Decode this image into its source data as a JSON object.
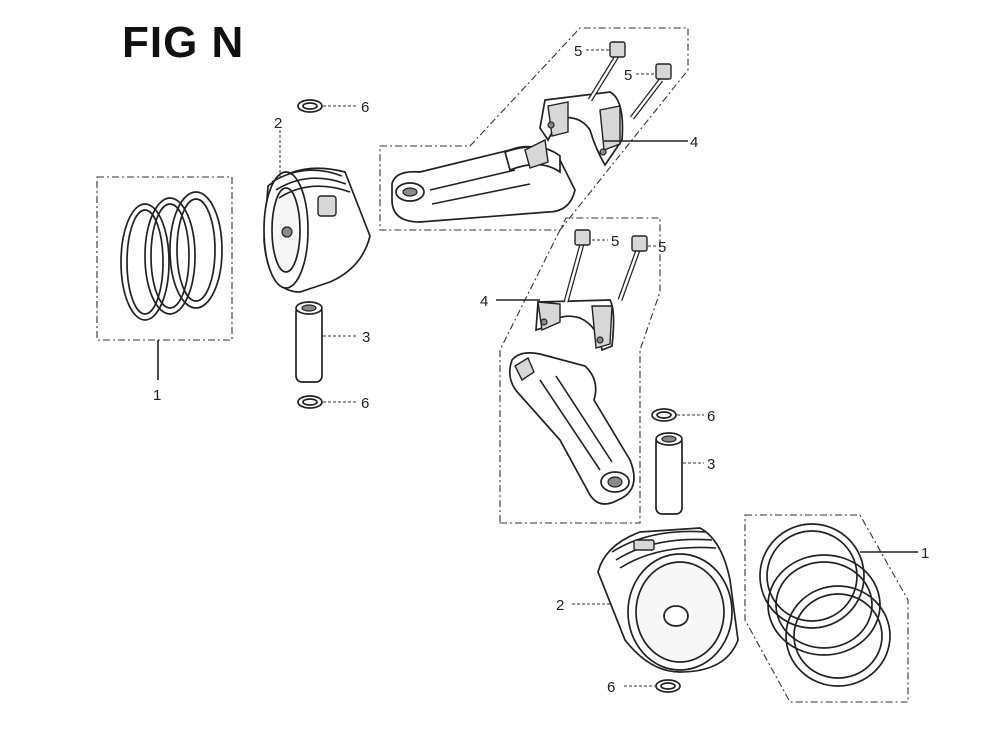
{
  "figure": {
    "title": "FIG N",
    "callouts": {
      "rings_left": "1",
      "piston_left": "2",
      "pin_left": "3",
      "clip_left_top": "6",
      "clip_left_bottom": "6",
      "rod_top": "4",
      "bolt_top_a": "5",
      "bolt_top_b": "5",
      "rod_mid": "4",
      "bolt_mid_a": "5",
      "bolt_mid_b": "5",
      "clip_right_top": "6",
      "pin_right": "3",
      "rings_right": "1",
      "piston_right": "2",
      "clip_right_bottom": "6"
    }
  }
}
